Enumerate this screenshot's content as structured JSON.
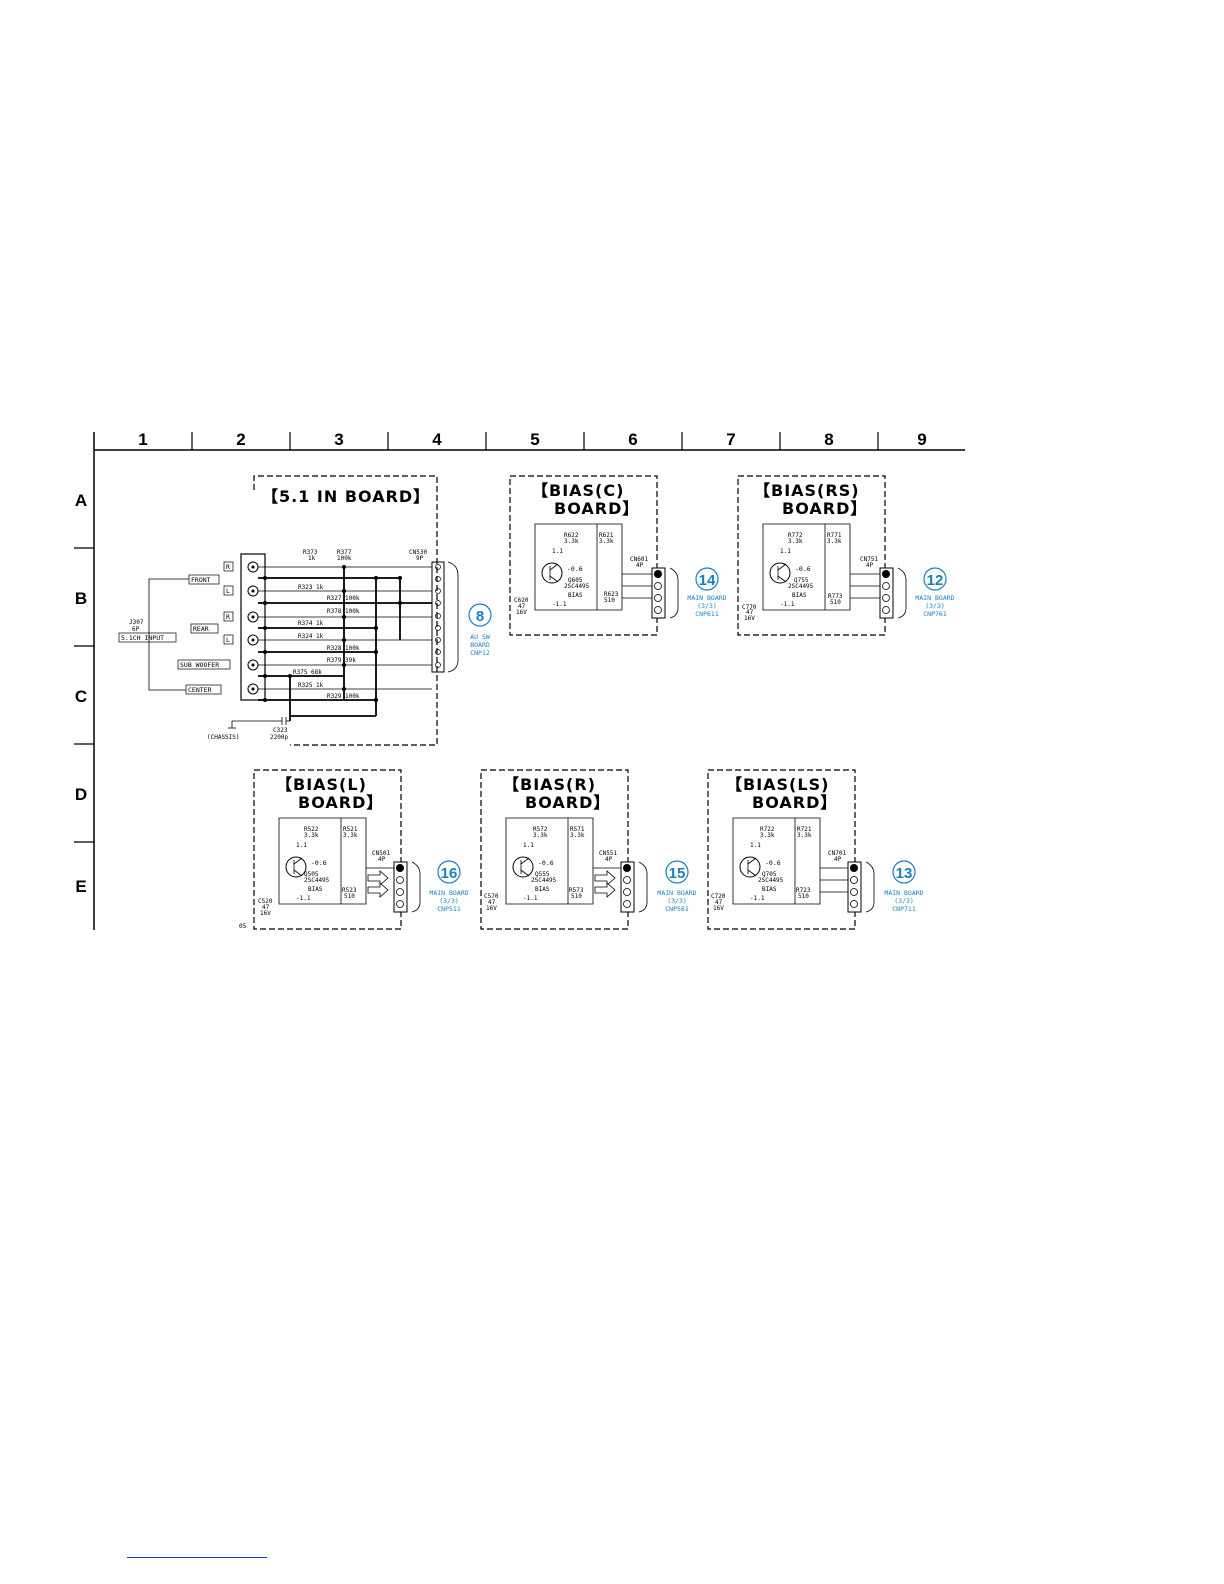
{
  "grid": {
    "columns": [
      "1",
      "2",
      "3",
      "4",
      "5",
      "6",
      "7",
      "8",
      "9"
    ],
    "rows": [
      "A",
      "B",
      "C",
      "D",
      "E"
    ]
  },
  "in_board": {
    "title": "【5.1 IN BOARD】",
    "jack": "J307",
    "jack_pins": "6P",
    "input_label": "5.1CH INPUT",
    "group_front": "FRONT",
    "group_rear": "REAR",
    "group_sub": "SUB WOOFER",
    "group_center": "CENTER",
    "r": "R",
    "l": "L",
    "chassis": "(CHASSIS)",
    "c323": "C323",
    "c323_val": "2200p",
    "connector": "CN530",
    "connector_pins": "9P",
    "resistors": {
      "r373": "R373",
      "r373_val": "1k",
      "r377": "R377",
      "r377_val": "100k",
      "r323": "R323 1k",
      "r327": "R327 100k",
      "r378": "R378 100k",
      "r374": "R374 1k",
      "r324": "R324 1k",
      "r328": "R328 100k",
      "r379": "R379 39k",
      "r375": "R375 68k",
      "r325": "R325 1k",
      "r329": "R329 100k"
    },
    "ref_num": "8",
    "ref_line1": "AU SW",
    "ref_line2": "BOARD",
    "ref_line3": "CNP12",
    "code": "05"
  },
  "bias_c": {
    "title1": "【BIAS(C)",
    "title2": "BOARD】",
    "r_a": "R622",
    "r_a_val": "3.3k",
    "r_b": "R621",
    "r_b_val": "3.3k",
    "v1": "1.1",
    "v2": "-0.6",
    "v3": "-1.1",
    "q": "Q605",
    "q_type": "2SC4495",
    "bias": "BIAS",
    "c": "C620",
    "c_val": "47",
    "c_v": "16V",
    "r_c": "R623",
    "r_c_val": "510",
    "cn": "CN601",
    "cn_pins": "4P",
    "ref_num": "14",
    "ref_line1": "MAIN BOARD",
    "ref_line2": "(3/3)",
    "ref_line3": "CNP611"
  },
  "bias_rs": {
    "title1": "【BIAS(RS)",
    "title2": "BOARD】",
    "r_a": "R772",
    "r_a_val": "3.3k",
    "r_b": "R771",
    "r_b_val": "3.3k",
    "v1": "1.1",
    "v2": "-0.6",
    "v3": "-1.1",
    "q": "Q755",
    "q_type": "2SC4495",
    "bias": "BIAS",
    "c": "C770",
    "c_val": "47",
    "c_v": "16V",
    "r_c": "R773",
    "r_c_val": "510",
    "cn": "CN751",
    "cn_pins": "4P",
    "ref_num": "12",
    "ref_line1": "MAIN BOARD",
    "ref_line2": "(3/3)",
    "ref_line3": "CNP761"
  },
  "bias_l": {
    "title1": "【BIAS(L)",
    "title2": "BOARD】",
    "r_a": "R522",
    "r_a_val": "3.3k",
    "r_b": "R521",
    "r_b_val": "3.3k",
    "v1": "1.1",
    "v2": "-0.6",
    "v3": "-1.1",
    "q": "Q505",
    "q_type": "2SC4495",
    "bias": "BIAS",
    "c": "C520",
    "c_val": "47",
    "c_v": "16V",
    "r_c": "R523",
    "r_c_val": "510",
    "cn": "CN501",
    "cn_pins": "4P",
    "ref_num": "16",
    "ref_line1": "MAIN BOARD",
    "ref_line2": "(3/3)",
    "ref_line3": "CNP511"
  },
  "bias_r": {
    "title1": "【BIAS(R)",
    "title2": "BOARD】",
    "r_a": "R572",
    "r_a_val": "3.3k",
    "r_b": "R571",
    "r_b_val": "3.3k",
    "v1": "1.1",
    "v2": "-0.6",
    "v3": "-1.1",
    "q": "Q555",
    "q_type": "2SC4495",
    "bias": "BIAS",
    "c": "C570",
    "c_val": "47",
    "c_v": "16V",
    "r_c": "R573",
    "r_c_val": "510",
    "cn": "CN551",
    "cn_pins": "4P",
    "ref_num": "15",
    "ref_line1": "MAIN BOARD",
    "ref_line2": "(3/3)",
    "ref_line3": "CNP561"
  },
  "bias_ls": {
    "title1": "【BIAS(LS)",
    "title2": "BOARD】",
    "r_a": "R722",
    "r_a_val": "3.3k",
    "r_b": "R721",
    "r_b_val": "3.3k",
    "v1": "1.1",
    "v2": "-0.6",
    "v3": "-1.1",
    "q": "Q705",
    "q_type": "2SC4495",
    "bias": "BIAS",
    "c": "C720",
    "c_val": "47",
    "c_v": "16V",
    "r_c": "R723",
    "r_c_val": "510",
    "cn": "CN701",
    "cn_pins": "4P",
    "ref_num": "13",
    "ref_line1": "MAIN BOARD",
    "ref_line2": "(3/3)",
    "ref_line3": "CNP711"
  }
}
